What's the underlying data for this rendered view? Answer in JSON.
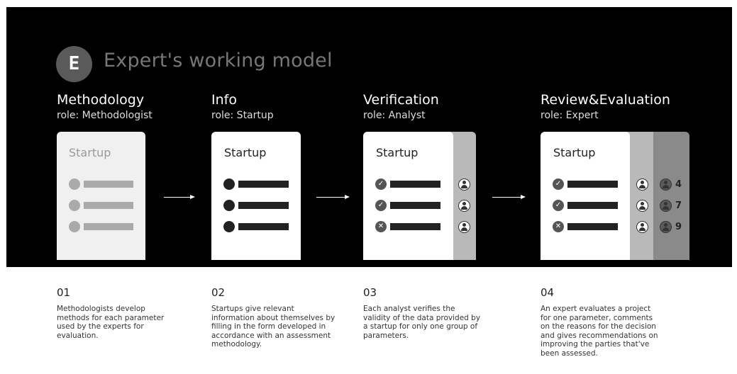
{
  "header": {
    "logo_letter": "E",
    "title": "Expert's working model"
  },
  "stages": [
    {
      "title": "Methodology",
      "role": "role: Methodologist",
      "card_label": "Startup",
      "number": "01",
      "description": "Methodologists develop methods for each parameter used by the experts for evaluation."
    },
    {
      "title": "Info",
      "role": "role: Startup",
      "card_label": "Startup",
      "number": "02",
      "description": "Startups give relevant information about themselves by filling in the form developed in accordance with an assessment methodology."
    },
    {
      "title": "Verification",
      "role": "role: Analyst",
      "card_label": "Startup",
      "number": "03",
      "description": "Each analyst verifies the validity of the data provided by a startup for only one group of parameters."
    },
    {
      "title": "Review&Evaluation",
      "role": "role: Expert",
      "card_label": "Startup",
      "number": "04",
      "description": "An expert evaluates a project for one parameter, comments on the reasons for the decision and gives recommendations on improving the parties that've been assessed.",
      "scores": [
        "4",
        "7",
        "9"
      ]
    }
  ],
  "icons": {
    "check": "check-icon",
    "cross": "cross-icon",
    "person": "person-icon",
    "arrow": "arrow-right-icon"
  },
  "colors": {
    "background": "#000000",
    "card": "#ffffff",
    "panel_light": "#b9b9b9",
    "panel_dark": "#8a8a8a"
  }
}
